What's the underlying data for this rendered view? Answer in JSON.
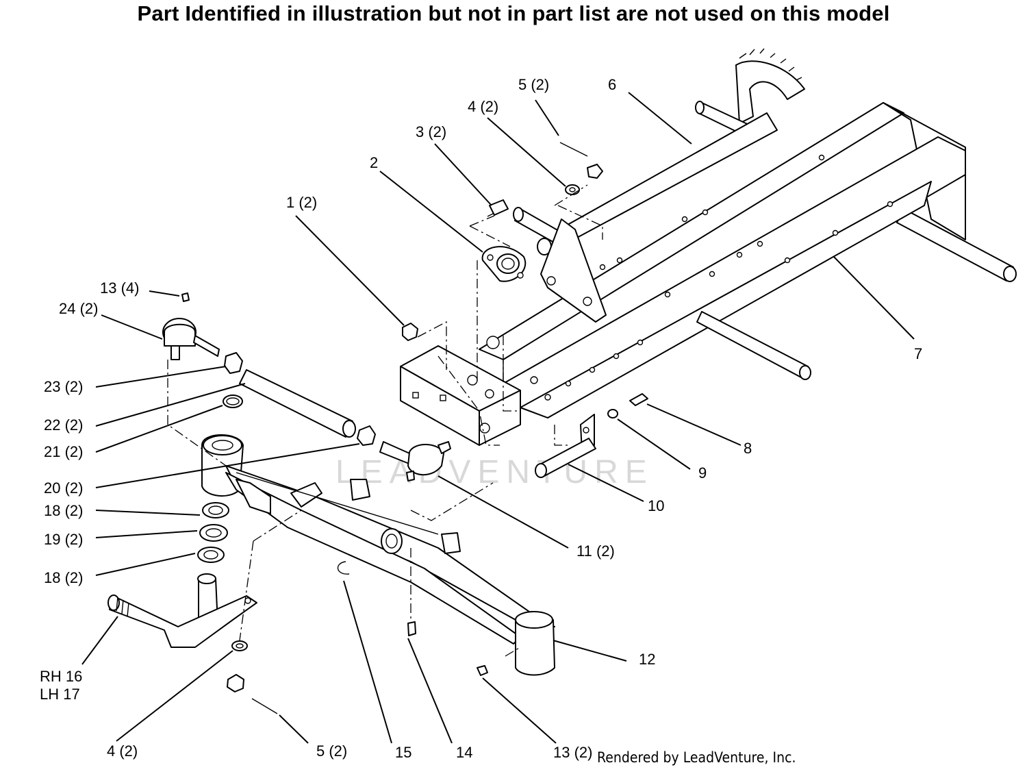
{
  "header": {
    "note": "Part Identified in illustration but not in part list are not used on this model"
  },
  "footer": {
    "credit": "Rendered by LeadVenture, Inc."
  },
  "watermark": {
    "text": "LEADVENTURE"
  },
  "callouts": [
    {
      "id": "c1",
      "label": "1 (2)"
    },
    {
      "id": "c2",
      "label": "2"
    },
    {
      "id": "c3",
      "label": "3 (2)"
    },
    {
      "id": "c4t",
      "label": "4 (2)"
    },
    {
      "id": "c5t",
      "label": "5 (2)"
    },
    {
      "id": "c6",
      "label": "6"
    },
    {
      "id": "c7",
      "label": "7"
    },
    {
      "id": "c8",
      "label": "8"
    },
    {
      "id": "c9",
      "label": "9"
    },
    {
      "id": "c10",
      "label": "10"
    },
    {
      "id": "c11",
      "label": "11 (2)"
    },
    {
      "id": "c12",
      "label": "12"
    },
    {
      "id": "c13t",
      "label": "13 (4)"
    },
    {
      "id": "c13b",
      "label": "13 (2)"
    },
    {
      "id": "c14",
      "label": "14"
    },
    {
      "id": "c15",
      "label": "15"
    },
    {
      "id": "c16",
      "label": "RH 16"
    },
    {
      "id": "c17",
      "label": "LH 17"
    },
    {
      "id": "c18a",
      "label": "18 (2)"
    },
    {
      "id": "c19",
      "label": "19 (2)"
    },
    {
      "id": "c18b",
      "label": "18 (2)"
    },
    {
      "id": "c20",
      "label": "20 (2)"
    },
    {
      "id": "c21",
      "label": "21 (2)"
    },
    {
      "id": "c22",
      "label": "22 (2)"
    },
    {
      "id": "c23",
      "label": "23 (2)"
    },
    {
      "id": "c24",
      "label": "24 (2)"
    },
    {
      "id": "c4b",
      "label": "4 (2)"
    },
    {
      "id": "c5b",
      "label": "5 (2)"
    }
  ]
}
